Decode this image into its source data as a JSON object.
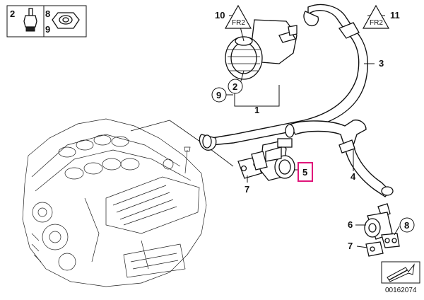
{
  "legend_box": {
    "labels": [
      "2",
      "8",
      "9"
    ]
  },
  "callouts": {
    "c1": "1",
    "c2": "2",
    "c3": "3",
    "c4": "4",
    "c5": "5",
    "c6": "6",
    "c7a": "7",
    "c7b": "7",
    "c8": "8",
    "c9": "9",
    "c10": "10",
    "c11": "11"
  },
  "diagram_id": "00162074",
  "highlight_color": "#e0157a"
}
